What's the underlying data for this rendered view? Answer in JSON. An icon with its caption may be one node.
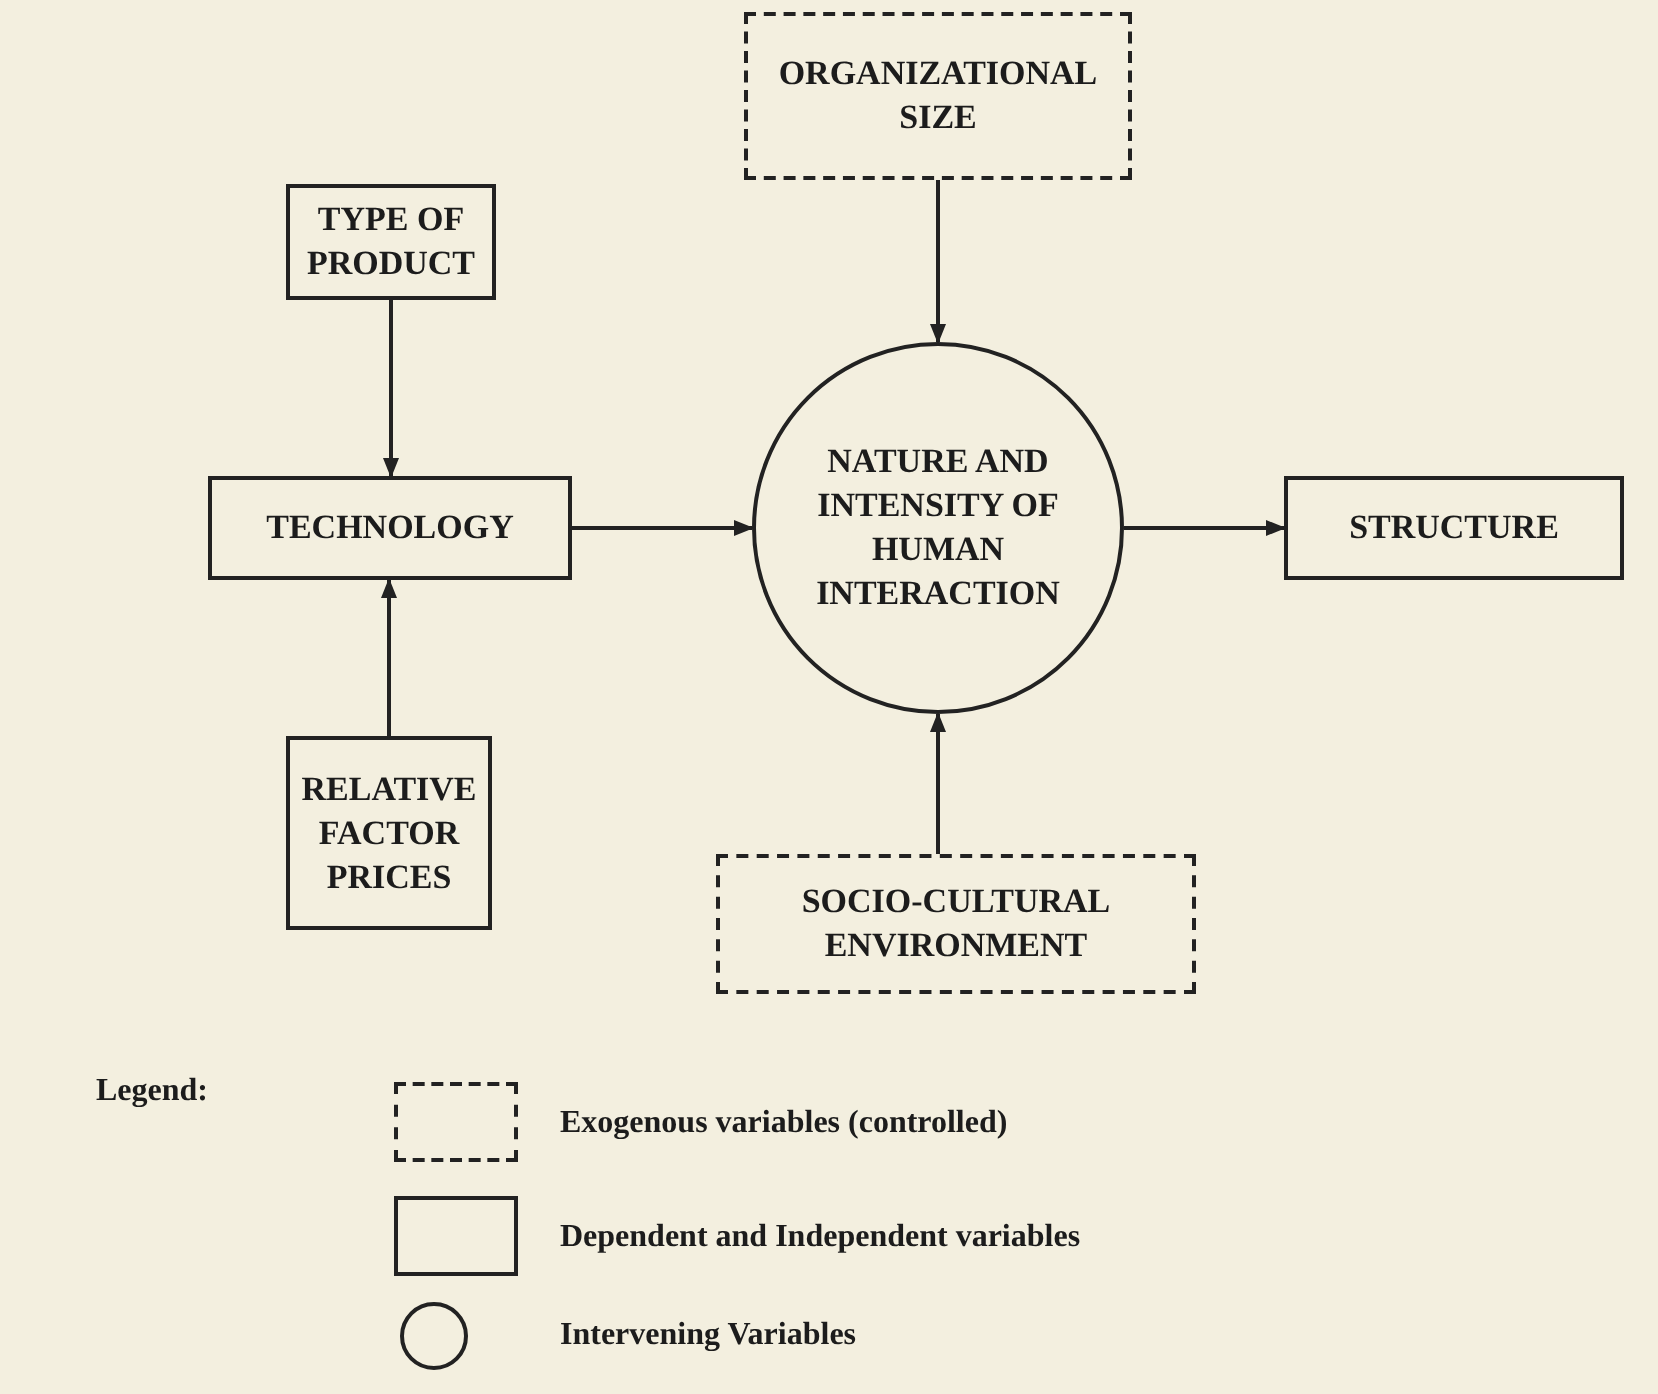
{
  "diagram": {
    "nodes": [
      {
        "text": [
          "ORGANIZATIONAL SIZE"
        ]
      },
      {
        "text": [
          "TYPE OF PRODUCT"
        ]
      },
      {
        "text": [
          "TECHNOLOGY"
        ]
      },
      {
        "text": [
          "NATURE AND INTENSITY OF HUMAN INTERACTION"
        ]
      },
      {
        "text": [
          "STRUCTURE"
        ]
      },
      {
        "text": [
          "RELATIVE FACTOR PRICES"
        ]
      },
      {
        "text": [
          "SOCIO-CULTURAL ENVIRONMENT"
        ]
      }
    ],
    "edges": [
      {
        "from": 1,
        "to": 2,
        "arrow": "to"
      },
      {
        "from": 5,
        "to": 2,
        "arrow": "to"
      },
      {
        "from": 0,
        "to": 3,
        "arrow": "to"
      },
      {
        "from": 2,
        "to": 3,
        "arrow": "to"
      },
      {
        "from": 6,
        "to": 3,
        "arrow": "to"
      },
      {
        "from": 3,
        "to": 4,
        "arrow": "to"
      }
    ],
    "labels": [
      "Legend:"
    ],
    "legend": [
      {
        "text": "Exogenous variables (controlled)"
      },
      {
        "text": "Dependent and Independent variables"
      },
      {
        "text": "Intervening Variables"
      }
    ]
  }
}
